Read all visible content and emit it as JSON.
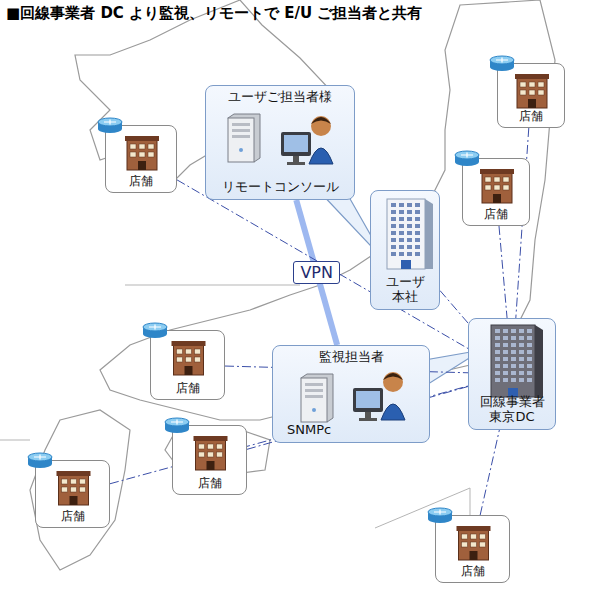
{
  "diagram": {
    "title": "■回線事業者 DC より監視、リモートで E/U ご担当者と共有",
    "nodes": [
      {
        "text": [
          "ユーザご担当者様",
          "リモートコンソール"
        ]
      },
      {
        "text": [
          "店舗"
        ]
      },
      {
        "text": [
          "店舗"
        ]
      },
      {
        "text": [
          "店舗"
        ]
      },
      {
        "text": [
          "ユーザ 本社"
        ]
      },
      {
        "text": [
          "監視担当者",
          "SNMPc"
        ]
      },
      {
        "text": [
          "回線事業者 東京DC"
        ]
      },
      {
        "text": [
          "店舗"
        ]
      },
      {
        "text": [
          "店舗"
        ]
      },
      {
        "text": [
          "店舗"
        ]
      },
      {
        "text": [
          "店舗"
        ]
      }
    ],
    "edges": [
      {
        "from": 0,
        "to": 5,
        "label": "VPN",
        "arrow": "none"
      },
      {
        "from": 1,
        "to": 6,
        "arrow": "none"
      },
      {
        "from": 2,
        "to": 6,
        "arrow": "none"
      },
      {
        "from": 3,
        "to": 6,
        "arrow": "none"
      },
      {
        "from": 7,
        "to": 6,
        "arrow": "none"
      },
      {
        "from": 8,
        "to": 6,
        "arrow": "none"
      },
      {
        "from": 9,
        "to": 6,
        "arrow": "none"
      },
      {
        "from": 10,
        "to": 6,
        "arrow": "none"
      },
      {
        "from": 4,
        "to": 6,
        "arrow": "none"
      }
    ]
  }
}
